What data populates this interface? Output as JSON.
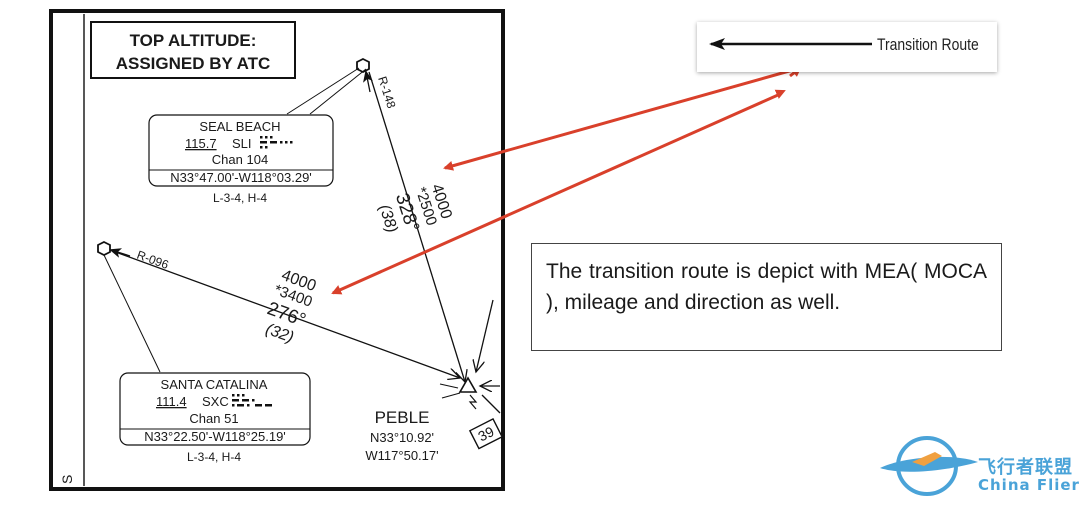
{
  "chart_box": {
    "top_altitude_line1": "TOP ALTITUDE:",
    "top_altitude_line2": "ASSIGNED BY ATC",
    "seal_beach": {
      "name": "SEAL BEACH",
      "freq": "115.7",
      "ident": "SLI",
      "chan": "Chan 104",
      "coords": "N33°47.00'-W118°03.29'",
      "charts": "L-3-4, H-4",
      "radial": "R-148"
    },
    "santa_catalina": {
      "name": "SANTA CATALINA",
      "freq": "111.4",
      "ident": "SXC",
      "chan": "Chan 51",
      "coords": "N33°22.50'-W118°25.19'",
      "charts": "L-3-4, H-4",
      "radial": "R-096"
    },
    "route_north": {
      "mea": "4000",
      "moca": "*2500",
      "course": "328°",
      "mileage": "(38)"
    },
    "route_west": {
      "mea": "4000",
      "moca": "*3400",
      "course": "276°",
      "mileage": "(32)"
    },
    "peble": {
      "name": "PEBLE",
      "lat": "N33°10.92'",
      "lon": "W117°50.17'"
    },
    "side_mileage": "39",
    "margin_letter": "S"
  },
  "legend": {
    "label": "Transition Route"
  },
  "caption": {
    "text": "The transition route is depict with MEA( MOCA ), mileage and direction as well."
  },
  "watermark": {
    "cn": "飞行者联盟",
    "en": "China Flier"
  },
  "colors": {
    "arrow_red": "#d9402b",
    "ink": "#1a1a1a",
    "watermark_blue": "#4aa3d8"
  }
}
